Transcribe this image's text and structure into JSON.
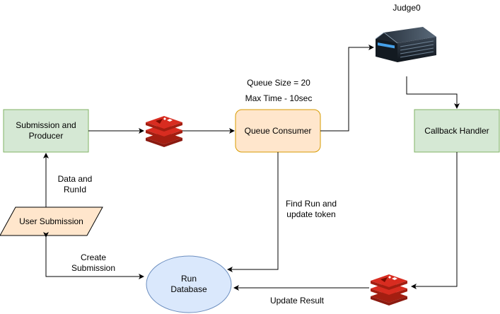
{
  "nodes": {
    "producer": {
      "label": "Submission and Producer"
    },
    "consumer": {
      "label": "Queue Consumer"
    },
    "callback": {
      "label": "Callback Handler"
    },
    "user_submission": {
      "label": "User Submission"
    },
    "run_database": {
      "label": "Run Database"
    },
    "judge0": {
      "label": "Judge0"
    }
  },
  "annotations": {
    "queue_size": "Queue Size = 20",
    "max_time": "Max Time - 10sec",
    "data_runid": "Data and RunId",
    "find_run": "Find Run and update token",
    "create_submission": "Create Submission",
    "update_result": "Update Result"
  },
  "colors": {
    "green_fill": "#d5e8d4",
    "green_stroke": "#82b366",
    "orange_fill": "#ffe6cc",
    "orange_stroke": "#d79b00",
    "blue_fill": "#dae8fc",
    "blue_stroke": "#6c8ebf",
    "redis": "#c6302b"
  },
  "icons": {
    "queue_redis": "redis-icon",
    "result_redis": "redis-icon",
    "judge0_server": "server-icon"
  }
}
